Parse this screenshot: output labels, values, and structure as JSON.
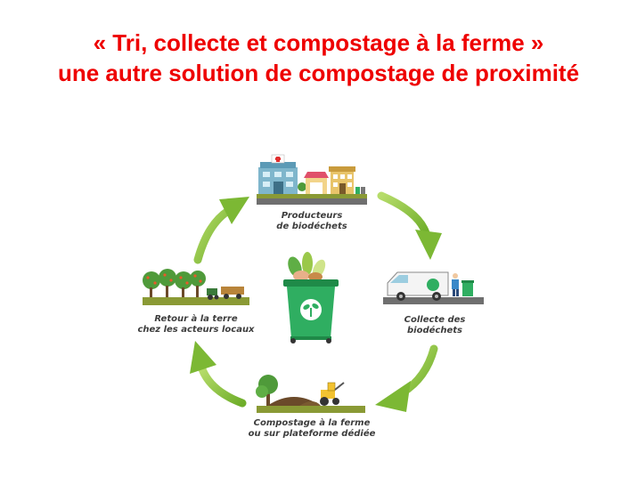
{
  "title": {
    "line1": "« Tri, collecte et compostage à la ferme »",
    "line2": "une autre solution de compostage de proximité"
  },
  "steps": [
    {
      "line1": "Producteurs",
      "line2": "de biodéchets"
    },
    {
      "line1": "Collecte des",
      "line2": "biodéchets"
    },
    {
      "line1": "Compostage à la ferme",
      "line2": "ou sur plateforme dédiée"
    },
    {
      "line1": "Retour à la terre",
      "line2": "chez les acteurs locaux"
    }
  ],
  "icons": {
    "producers": "buildings-icon",
    "collection": "collection-truck-icon",
    "composting": "farm-tractor-icon",
    "return": "orchard-icon",
    "center": "compost-bin-icon"
  },
  "colors": {
    "title": "#ee0000",
    "arrow": "#8dc63f",
    "bin": "#2fae61",
    "ground": "#8a9a35"
  }
}
